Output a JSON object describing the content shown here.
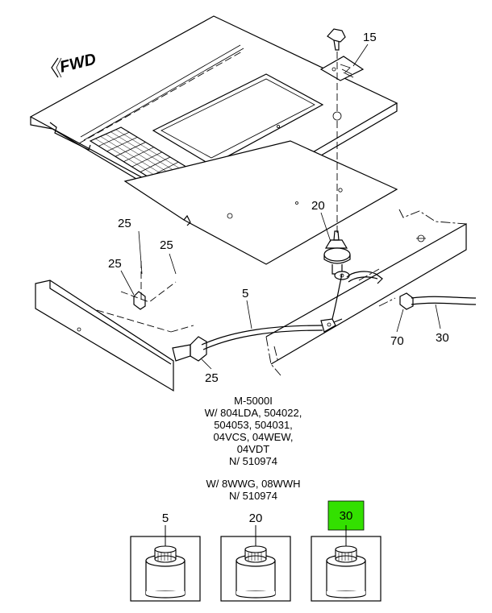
{
  "direction_label": "FWD",
  "callouts": {
    "c15": "15",
    "c20": "20",
    "c25a": "25",
    "c25b": "25",
    "c25c": "25",
    "c25d": "25",
    "c5": "5",
    "c70": "70",
    "c30": "30"
  },
  "notes": {
    "group1": [
      "M-5000I",
      "W/ 804LDA, 504022,",
      "504053, 504031,",
      "04VCS, 04WEW,",
      "04VDT",
      "N/ 510974"
    ],
    "group2": [
      "W/ 8WWG, 08WWH",
      "N/ 510974"
    ]
  },
  "parts": [
    {
      "label": "5",
      "highlighted": false
    },
    {
      "label": "20",
      "highlighted": false
    },
    {
      "label": "30",
      "highlighted": true
    }
  ],
  "colors": {
    "highlight": "#33e000",
    "line": "#000000",
    "background": "#ffffff"
  }
}
